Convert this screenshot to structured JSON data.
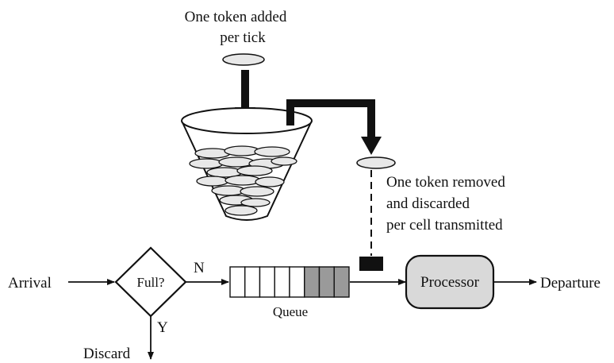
{
  "labels": {
    "token_added_line1": "One token added",
    "token_added_line2": "per tick",
    "token_removed_line1": "One token removed",
    "token_removed_line2": "and discarded",
    "token_removed_line3": "per cell transmitted",
    "arrival": "Arrival",
    "full": "Full?",
    "no": "N",
    "yes": "Y",
    "discard": "Discard",
    "queue": "Queue",
    "processor": "Processor",
    "departure": "Departure"
  },
  "colors": {
    "ink": "#111111",
    "processor_fill": "#d9d9d9",
    "queue_shaded": "#9a9a9a",
    "token_fill": "#e8e8e8"
  },
  "queue": {
    "total_cells": 8,
    "shaded_cells": 3
  }
}
